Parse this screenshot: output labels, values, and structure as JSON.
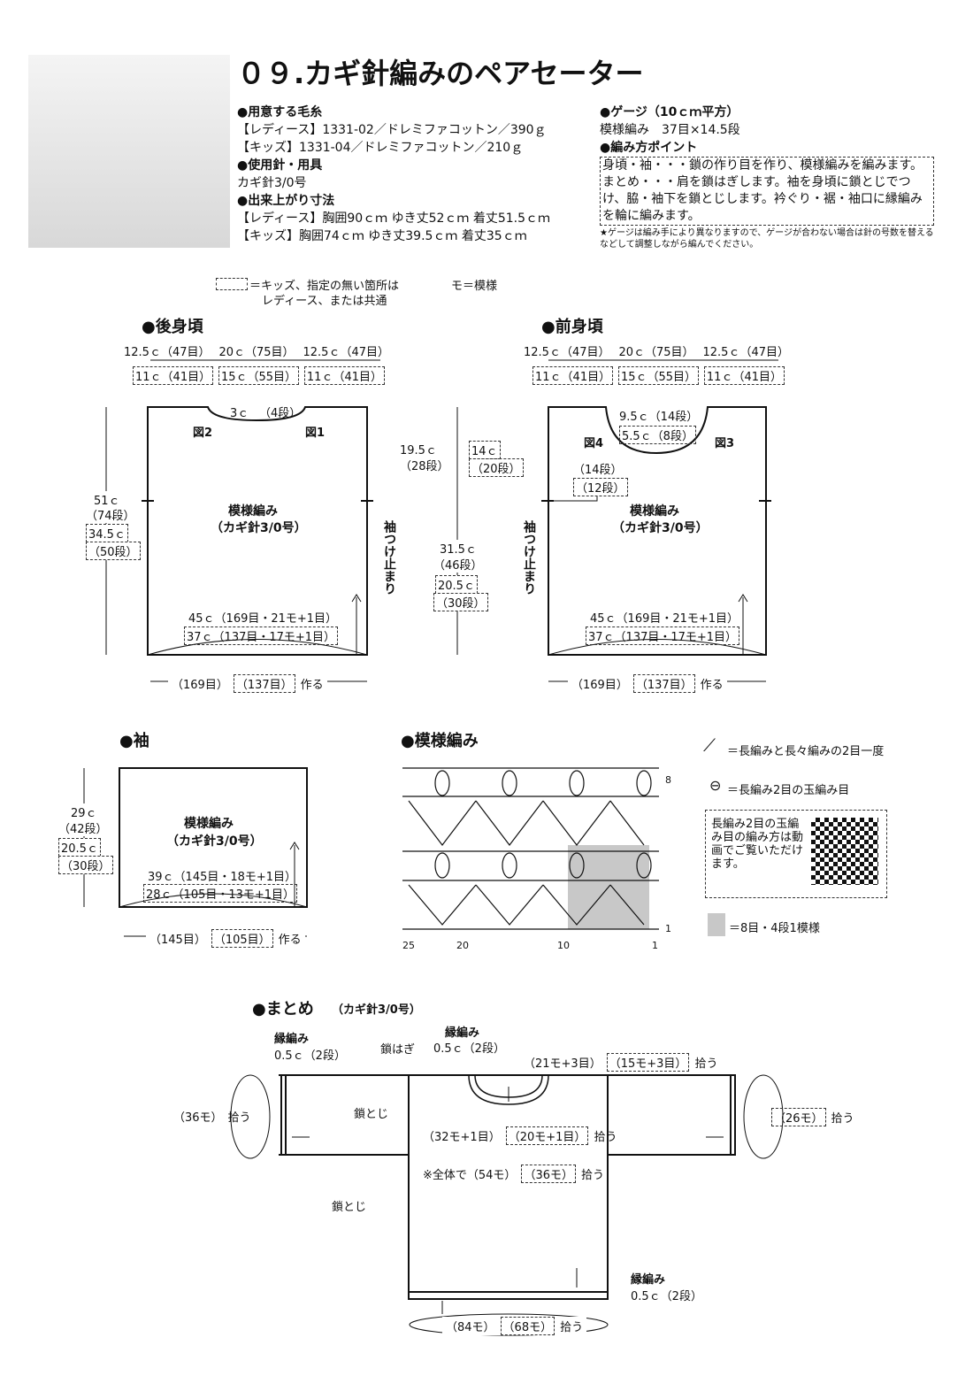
{
  "title": "０９.カギ針編みのペアセーター",
  "info": {
    "yarn_h": "●用意する毛糸",
    "yarn_l": "【レディース】1331-02／ドレミファコットン／390ｇ",
    "yarn_k": "【キッズ】1331-04／ドレミファコットン／210ｇ",
    "tool_h": "●使用針・用具",
    "tool": "カギ針3/0号",
    "size_h": "●出来上がり寸法",
    "size_l": "【レディース】胸囲90ｃｍ ゆき丈52ｃｍ 着丈51.5ｃｍ",
    "size_k": "【キッズ】胸囲74ｃｍ ゆき丈39.5ｃｍ 着丈35ｃｍ",
    "gauge_h": "●ゲージ（10ｃｍ平方）",
    "gauge": "模様編み　37目×14.5段",
    "point_h": "●編み方ポイント",
    "point": "身頃・袖・・・鎖の作り目を作り、模様編みを編みます。まとめ・・・肩を鎖はぎします。袖を身頃に鎖とじでつけ、脇・袖下を鎖とじします。衿ぐり・裾・袖口に縁編みを輪に編みます。",
    "note": "★ゲージは編み手により異なりますので、ゲージが合わない場合は針の号数を替えるなどして調整しながら編んでください。"
  },
  "legend": {
    "kids": "＝キッズ、指定の無い箇所は",
    "kids2": "レディース、または共通",
    "mo": "モ＝模様"
  },
  "back": {
    "title": "●後身頃",
    "t1": "12.5ｃ（47目）",
    "t2": "20ｃ（75目）",
    "t3": "12.5ｃ（47目）",
    "k1": "11ｃ（41目）",
    "k2": "15ｃ（55目）",
    "k3": "11ｃ（41目）",
    "neck": "3ｃ",
    "neck2": "（4段）",
    "f2": "図2",
    "f1": "図1",
    "h1": "51ｃ",
    "h2": "（74段）",
    "hk1": "34.5ｃ",
    "hk2": "（50段）",
    "body": "模様編み",
    "body2": "（カギ針3/0号）",
    "w1": "45ｃ（169目・21モ+1目）",
    "w2": "37ｃ（137目・17モ+1目）",
    "c1": "（169目）",
    "c2": "（137目）",
    "c3": "作る",
    "sleeve_stop": "袖つけ止まり"
  },
  "mid": {
    "a1": "19.5ｃ",
    "a2": "（28段）",
    "ak1": "14ｃ",
    "ak2": "（20段）",
    "b1": "31.5ｃ",
    "b2": "（46段）",
    "bk1": "20.5ｃ",
    "bk2": "（30段）"
  },
  "front": {
    "title": "●前身頃",
    "n1": "9.5ｃ（14段）",
    "nk": "5.5ｃ（8段）",
    "f4": "図4",
    "f3": "図3",
    "s1": "（14段）",
    "s2": "（12段）"
  },
  "sleeve": {
    "title": "●袖",
    "h1": "29ｃ",
    "h2": "（42段）",
    "hk1": "20.5ｃ",
    "hk2": "（30段）",
    "w1": "39ｃ（145目・18モ+1目）",
    "w2": "28ｃ（105目・13モ+1目）",
    "c1": "（145目）",
    "c2": "（105目）",
    "c3": "作る"
  },
  "pattern": {
    "title": "●模様編み",
    "r8": "8",
    "r1": "1",
    "x25": "25",
    "x20": "20",
    "x10": "10",
    "x1": "1",
    "sym1": "＝長編みと長々編みの2目一度",
    "sym2": "＝長編み2目の玉編み目",
    "qr": "長編み2目の玉編み目の編み方は動画でご覧いただけます。",
    "rep": "＝8目・4段1模様"
  },
  "assembly": {
    "title": "●まとめ",
    "title2": "（カギ針3/0号）",
    "edge": "縁編み",
    "edge_w": "0.5ｃ（2段）",
    "chain_join": "鎖はぎ",
    "neck1": "（21モ+3目）",
    "neck2": "（15モ+3目）",
    "pick": "拾う",
    "l_pick": "（36モ）",
    "r_pick": "（26モ）",
    "toji": "鎖とじ",
    "mid1": "（32モ+1目）",
    "mid2": "（20モ+1目）",
    "all1": "※全体で（54モ）",
    "all2": "（36モ）",
    "hem1": "（84モ）",
    "hem2": "（68モ）"
  }
}
